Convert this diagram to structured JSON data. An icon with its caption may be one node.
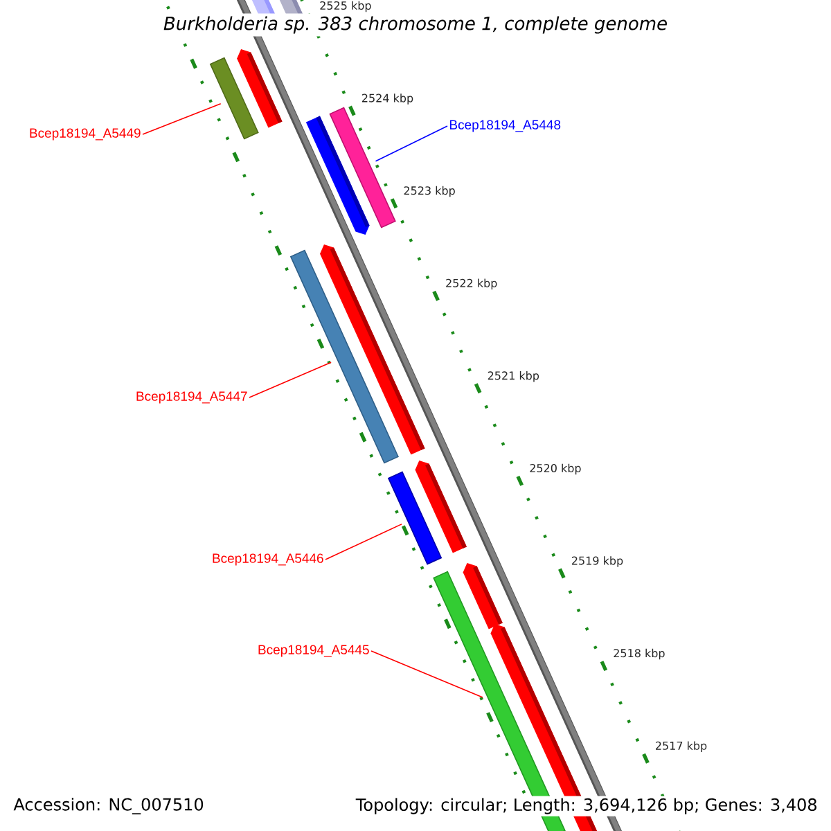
{
  "diagram": {
    "title": "Burkholderia sp. 383 chromosome 1, complete genome",
    "nodes": [
      {
        "text": [
          "Bcep18194_A5449"
        ]
      },
      {
        "text": [],
        "shape": "bar"
      },
      {
        "text": [
          "Bcep18194_A5448"
        ]
      },
      {
        "text": [],
        "shape": "bar"
      },
      {
        "text": [
          "Bcep18194_A5447"
        ]
      },
      {
        "text": [],
        "shape": "bar"
      },
      {
        "text": [
          "Bcep18194_A5446"
        ]
      },
      {
        "text": [],
        "shape": "bar"
      },
      {
        "text": [
          "Bcep18194_A5445"
        ]
      },
      {
        "text": [],
        "shape": "bar"
      }
    ],
    "edges": [
      {
        "from": 0,
        "to": 1,
        "arrow": "none"
      },
      {
        "from": 2,
        "to": 3,
        "arrow": "none",
        "color": "#0000ff"
      },
      {
        "from": 4,
        "to": 5,
        "arrow": "none"
      },
      {
        "from": 6,
        "to": 7,
        "arrow": "none"
      },
      {
        "from": 8,
        "to": 9,
        "arrow": "none"
      }
    ],
    "labels": [
      "2525 kbp",
      "2524 kbp",
      "2523 kbp",
      "2522 kbp",
      "2521 kbp",
      "2520 kbp",
      "2519 kbp",
      "2518 kbp",
      "2517 kbp",
      "Accession: NC_007510",
      "Topology: circular; Length: 3,694,126 bp; Genes: 3,408"
    ]
  }
}
